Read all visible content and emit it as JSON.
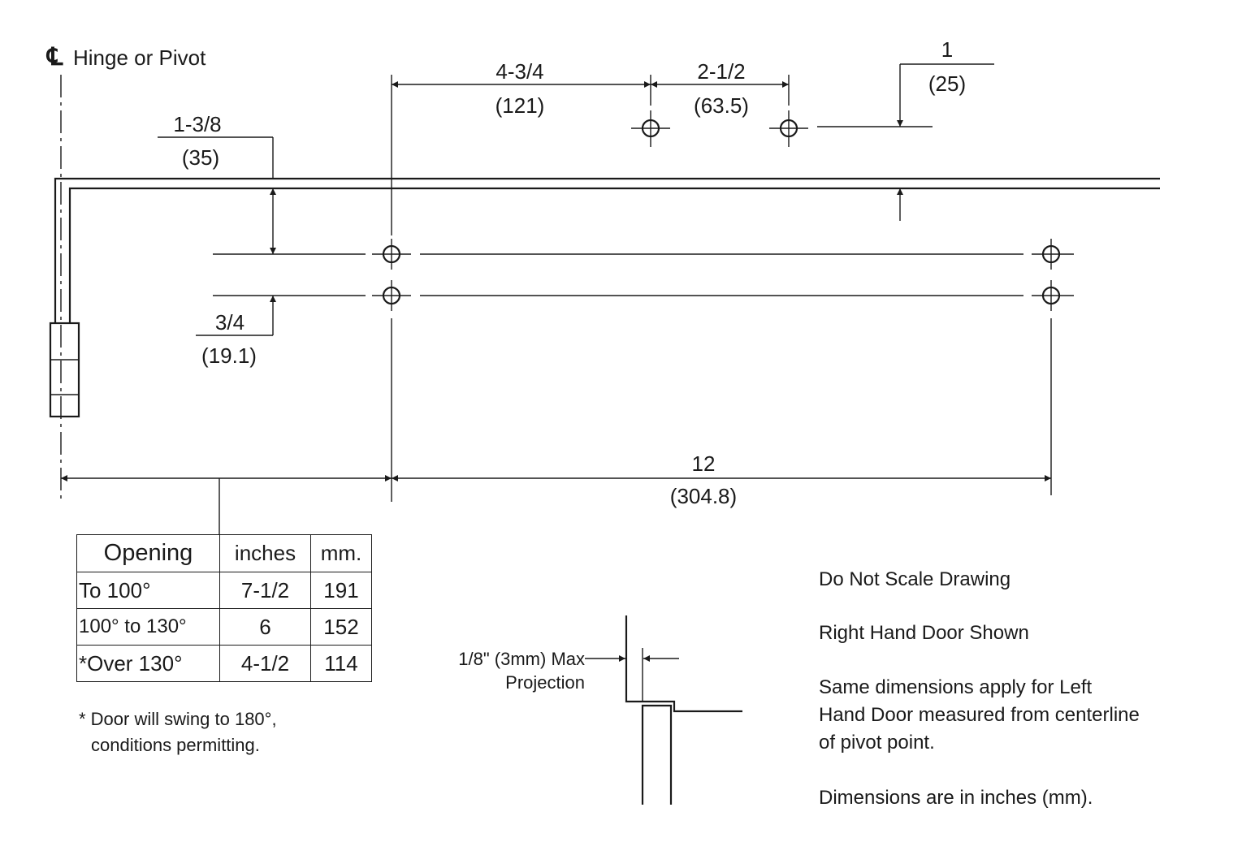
{
  "header": {
    "centerline_symbol": "℄",
    "centerline_label": "Hinge or Pivot"
  },
  "dimensions": {
    "d1": {
      "in": "1-3/8",
      "mm": "(35)"
    },
    "d2": {
      "in": "3/4",
      "mm": "(19.1)"
    },
    "d3": {
      "in": "4-3/4",
      "mm": "(121)"
    },
    "d4": {
      "in": "2-1/2",
      "mm": "(63.5)"
    },
    "d5": {
      "in": "1",
      "mm": "(25)"
    },
    "d6": {
      "in": "12",
      "mm": "(304.8)"
    }
  },
  "table": {
    "headers": [
      "Opening",
      "inches",
      "mm."
    ],
    "rows": [
      [
        "To 100°",
        "7-1/2",
        "191"
      ],
      [
        "100° to 130°",
        "6",
        "152"
      ],
      [
        "*Over 130°",
        "4-1/2",
        "114"
      ]
    ],
    "footnote_line1": "* Door will swing to 180°,",
    "footnote_line2": "conditions permitting."
  },
  "projection": {
    "line1": "1/8\" (3mm) Max",
    "line2": "Projection"
  },
  "notes": {
    "n1": "Do Not Scale Drawing",
    "n2": "Right Hand Door Shown",
    "n3_l1": "Same dimensions apply for Left",
    "n3_l2": "Hand Door measured from centerline",
    "n3_l3": "of pivot point.",
    "n4": "Dimensions are in inches (mm)."
  }
}
